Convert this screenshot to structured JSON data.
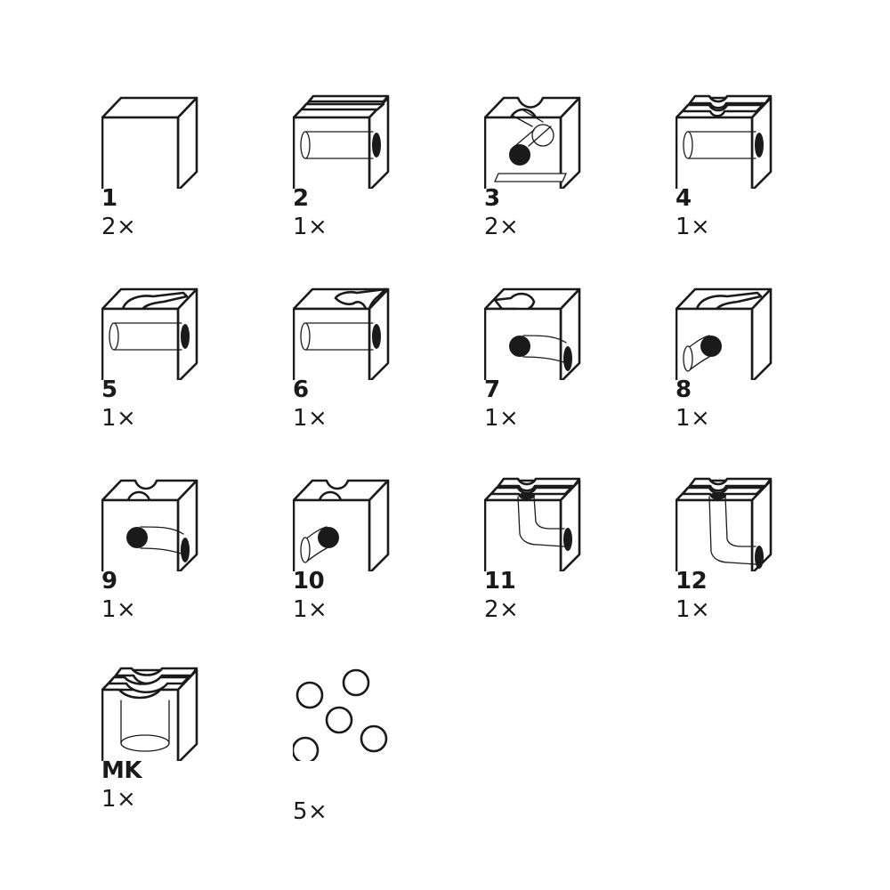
{
  "parts": [
    {
      "id": "1",
      "qty": "2×",
      "icon": "plain-cube-icon"
    },
    {
      "id": "2",
      "qty": "1×",
      "icon": "straight-tunnel-cube-icon"
    },
    {
      "id": "3",
      "qty": "2×",
      "icon": "diagonal-drop-cube-icon"
    },
    {
      "id": "4",
      "qty": "1×",
      "icon": "cross-groove-tunnel-cube-icon"
    },
    {
      "id": "5",
      "qty": "1×",
      "icon": "curve-groove-tunnel-cube-icon"
    },
    {
      "id": "6",
      "qty": "1×",
      "icon": "corner-groove-tunnel-cube-icon"
    },
    {
      "id": "7",
      "qty": "1×",
      "icon": "corner-curve-tunnel-cube-icon"
    },
    {
      "id": "8",
      "qty": "1×",
      "icon": "curve-bend-tunnel-cube-icon"
    },
    {
      "id": "9",
      "qty": "1×",
      "icon": "groove-bend-tunnel-right-cube-icon"
    },
    {
      "id": "10",
      "qty": "1×",
      "icon": "groove-bend-tunnel-left-cube-icon"
    },
    {
      "id": "11",
      "qty": "2×",
      "icon": "drop-tunnel-side-cube-icon"
    },
    {
      "id": "12",
      "qty": "1×",
      "icon": "drop-tunnel-deep-cube-icon"
    },
    {
      "id": "MK",
      "qty": "1×",
      "icon": "funnel-cube-icon"
    },
    {
      "id": "",
      "qty": "5×",
      "icon": "marbles-icon"
    }
  ]
}
